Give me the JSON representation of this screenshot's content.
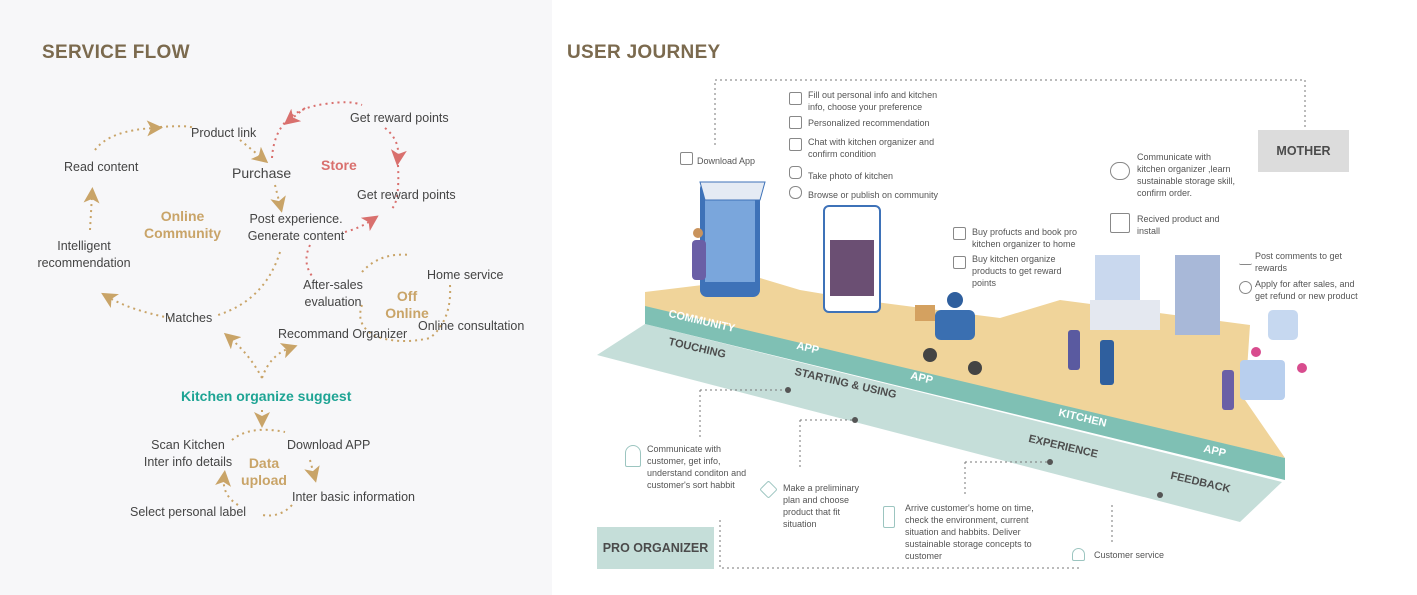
{
  "service_flow": {
    "title": "SERVICE FLOW",
    "online_community": {
      "label": "Online Community",
      "nodes": [
        "Product link",
        "Read content",
        "Purchase",
        "Intelligent recommendation",
        "Post experience. Generate content",
        "Matches"
      ]
    },
    "store": {
      "label": "Store",
      "nodes": [
        "Get reward points",
        "Get reward points"
      ]
    },
    "off_online": {
      "label": "Off Online",
      "nodes": [
        "Home service",
        "After-sales evaluation",
        "Online consultation",
        "Recommand Organizer"
      ]
    },
    "center": "Kitchen organize suggest",
    "data_upload": {
      "label": "Data upload",
      "nodes": [
        "Scan Kitchen Inter info details",
        "Download APP",
        "Inter basic information",
        "Select personal label"
      ]
    },
    "colors": {
      "gold": "#c9a468",
      "red": "#d9706e",
      "teal": "#1ea494",
      "title": "#7b6a4e"
    }
  },
  "user_journey": {
    "title": "USER JOURNEY",
    "roles": {
      "mother": "MOTHER",
      "pro_organizer": "PRO ORGANIZER"
    },
    "top_band_labels": [
      "COMMUNITY",
      "APP",
      "APP",
      "KITCHEN",
      "APP"
    ],
    "bottom_band_labels": [
      "TOUCHING",
      "STARTING & USING",
      "EXPERIENCE",
      "FEEDBACK"
    ],
    "mother_steps": [
      {
        "icon": "phone-download-icon",
        "text": "Download App"
      },
      {
        "icon": "form-icon",
        "text": "Fill out personal info and kitchen info, choose your preference"
      },
      {
        "icon": "document-icon",
        "text": "Personalized recommendation"
      },
      {
        "icon": "chat-icon",
        "text": "Chat with kitchen organizer and confirm condition"
      },
      {
        "icon": "camera-icon",
        "text": "Take photo of kitchen"
      },
      {
        "icon": "community-icon",
        "text": "Browse or publish on community"
      },
      {
        "icon": "cart-icon",
        "text": "Buy profucts and book pro kitchen organizer to home"
      },
      {
        "icon": "box-icon",
        "text": "Buy kitchen organize products to get reward points"
      },
      {
        "icon": "conversation-icon",
        "text": "Communicate with kitchen organizer ,learn sustainable storage skill, confirm order."
      },
      {
        "icon": "package-open-icon",
        "text": "Recived product and install"
      },
      {
        "icon": "pen-icon",
        "text": "Post comments to get rewards"
      },
      {
        "icon": "refund-icon",
        "text": "Apply for after sales, and get refund or new product"
      }
    ],
    "organizer_steps": [
      {
        "icon": "person-icon",
        "text": "Communicate with customer, get info, understand conditon and customer's sort habbit"
      },
      {
        "icon": "tag-icon",
        "text": "Make a preliminary plan and choose product that fit situation"
      },
      {
        "icon": "door-icon",
        "text": "Arrive customer's home on time, check the environment, current situation and habbits. Deliver sustainable storage concepts to customer"
      },
      {
        "icon": "headset-icon",
        "text": "Customer service"
      }
    ],
    "colors": {
      "platform": "#f0d49a",
      "band": "#7fc0b4",
      "lower_band": "#c5ded9",
      "role_mother": "#dcdcdc",
      "role_pro": "#c5ded9"
    }
  }
}
